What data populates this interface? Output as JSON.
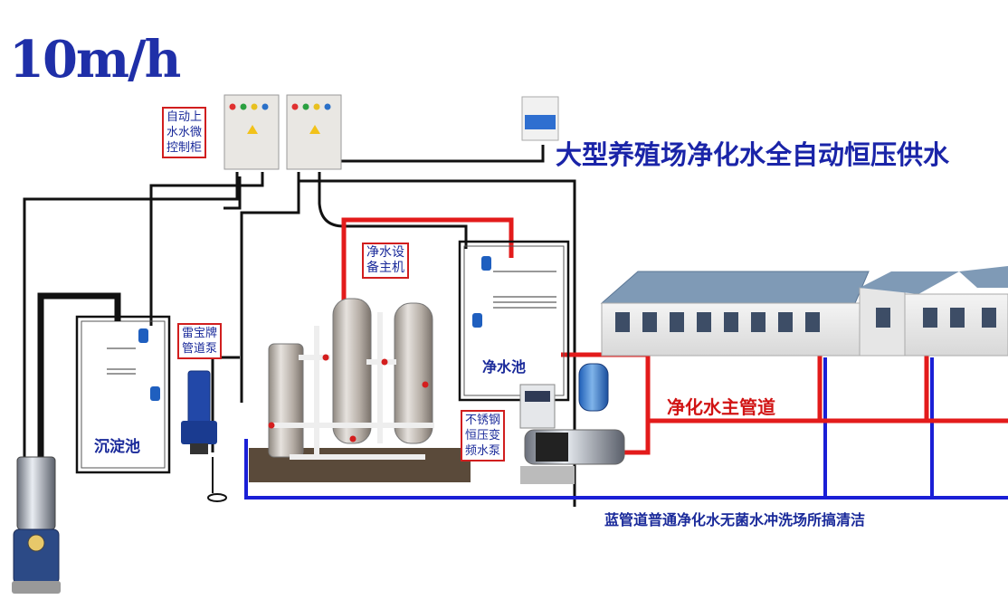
{
  "flow_rate": "10m/h",
  "title": "大型养殖场净化水全自动恒压供水",
  "labels": {
    "control_cabinet": "自动上\n水水微\n控制柜",
    "pipe_pump": "雷宝牌\n管道泵",
    "purifier_host": "净水设\n备主机",
    "variable_pump": "不锈钢\n恒压变\n频水泵",
    "sediment_tank": "沉淀池",
    "clean_tank": "净水池",
    "main_pipe": "净化水主管道",
    "blue_pipe": "蓝管道普通净化水无菌水冲洗场所搞清洁"
  },
  "colors": {
    "title_blue": "#1a24a8",
    "red_pipe": "#e31b1b",
    "blue_pipe": "#1a1fd6",
    "black_wire": "#111111",
    "roof_blue": "#7f9ab6"
  }
}
